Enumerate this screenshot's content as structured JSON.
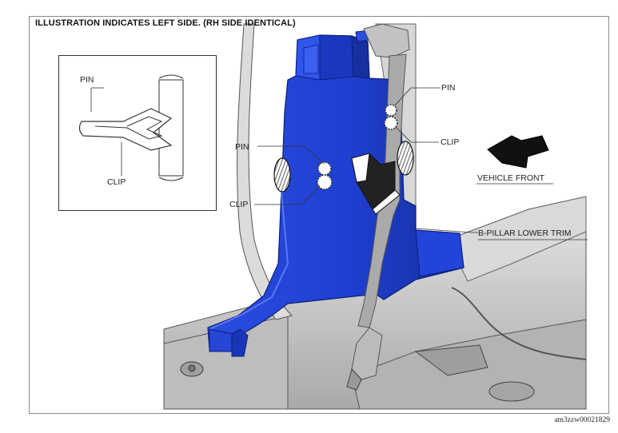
{
  "title": "ILLUSTRATION INDICATES LEFT SIDE. (RH SIDE IDENTICAL)",
  "figure_id": "am3zzw00021829",
  "inset": {
    "pin_label": "PIN",
    "clip_label": "CLIP"
  },
  "callouts": {
    "pin_left": "PIN",
    "clip_left": "CLIP",
    "pin_right": "PIN",
    "clip_right": "CLIP",
    "vehicle_front": "VEHICLE FRONT",
    "trim_name": "B-PILLAR LOWER TRIM"
  },
  "colors": {
    "trim_blue": "#1f3fd0",
    "trim_dark": "#0f2596",
    "body_gray": "#c9c9c9",
    "body_dark": "#8d8d8d",
    "belt_gray": "#a8a8a8"
  }
}
